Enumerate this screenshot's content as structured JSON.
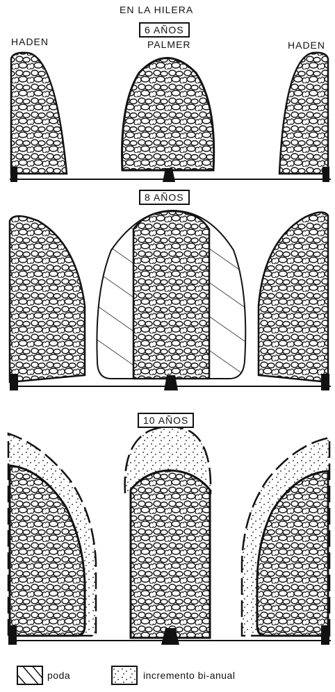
{
  "header": {
    "title": "EN LA HILERA",
    "age_6": "6 AÑOS",
    "age_8": "8 AÑOS",
    "age_10": "10 AÑOS"
  },
  "labels": {
    "left_variety": "HADEN",
    "center_variety": "PALMER",
    "right_variety": "HADEN"
  },
  "legend": {
    "prune_label": "poda",
    "growth_label": "incremento bi-anual"
  },
  "colors": {
    "ink": "#111111",
    "paper": "#ffffff"
  }
}
